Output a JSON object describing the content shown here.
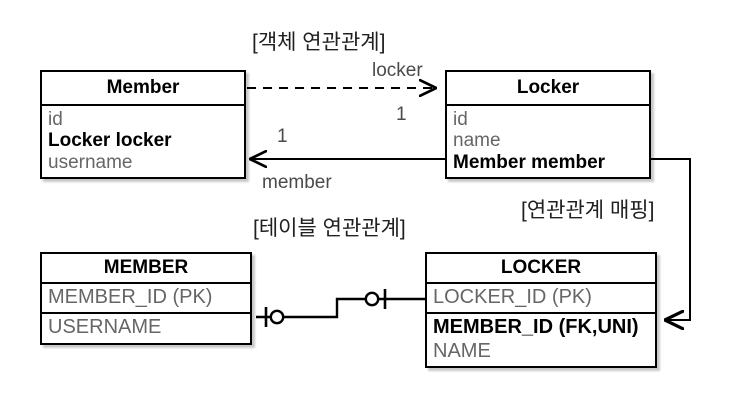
{
  "diagram": {
    "title_object_association": "[객체 연관관계]",
    "title_table_association": "[테이블 연관관계]",
    "title_mapping": "[연관관계 매핑]",
    "colors": {
      "stroke": "#000000",
      "attribute_text": "#666666",
      "bold_text": "#000000",
      "label_text": "#4a4a4a",
      "background": "#ffffff"
    }
  },
  "object_model": {
    "member": {
      "name": "Member",
      "attributes": [
        {
          "text": "id",
          "bold": false
        },
        {
          "text": "Locker locker",
          "bold": true
        },
        {
          "text": "username",
          "bold": false
        }
      ]
    },
    "locker": {
      "name": "Locker",
      "attributes": [
        {
          "text": "id",
          "bold": false
        },
        {
          "text": "name",
          "bold": false
        },
        {
          "text": "Member member",
          "bold": true
        }
      ]
    },
    "associations": [
      {
        "name": "locker",
        "label": "locker",
        "multiplicity": "1",
        "from": "Member",
        "to": "Locker",
        "line_style": "dashed",
        "arrow": "open"
      },
      {
        "name": "member",
        "label": "member",
        "multiplicity": "1",
        "from": "Locker",
        "to": "Member",
        "line_style": "solid",
        "arrow": "open"
      }
    ]
  },
  "table_model": {
    "member_table": {
      "name": "MEMBER",
      "columns": [
        {
          "text": "MEMBER_ID (PK)",
          "bold": false
        },
        {
          "text": "USERNAME",
          "bold": false
        }
      ]
    },
    "locker_table": {
      "name": "LOCKER",
      "columns": [
        {
          "text": "LOCKER_ID (PK)",
          "bold": false
        },
        {
          "text": "MEMBER_ID (FK,UNI)",
          "bold": true
        },
        {
          "text": "NAME",
          "bold": false
        }
      ]
    },
    "relationship": {
      "from": "MEMBER",
      "to": "LOCKER",
      "left_cardinality": "zero-or-one",
      "right_cardinality": "zero-or-one",
      "notation": "crows-foot"
    }
  }
}
